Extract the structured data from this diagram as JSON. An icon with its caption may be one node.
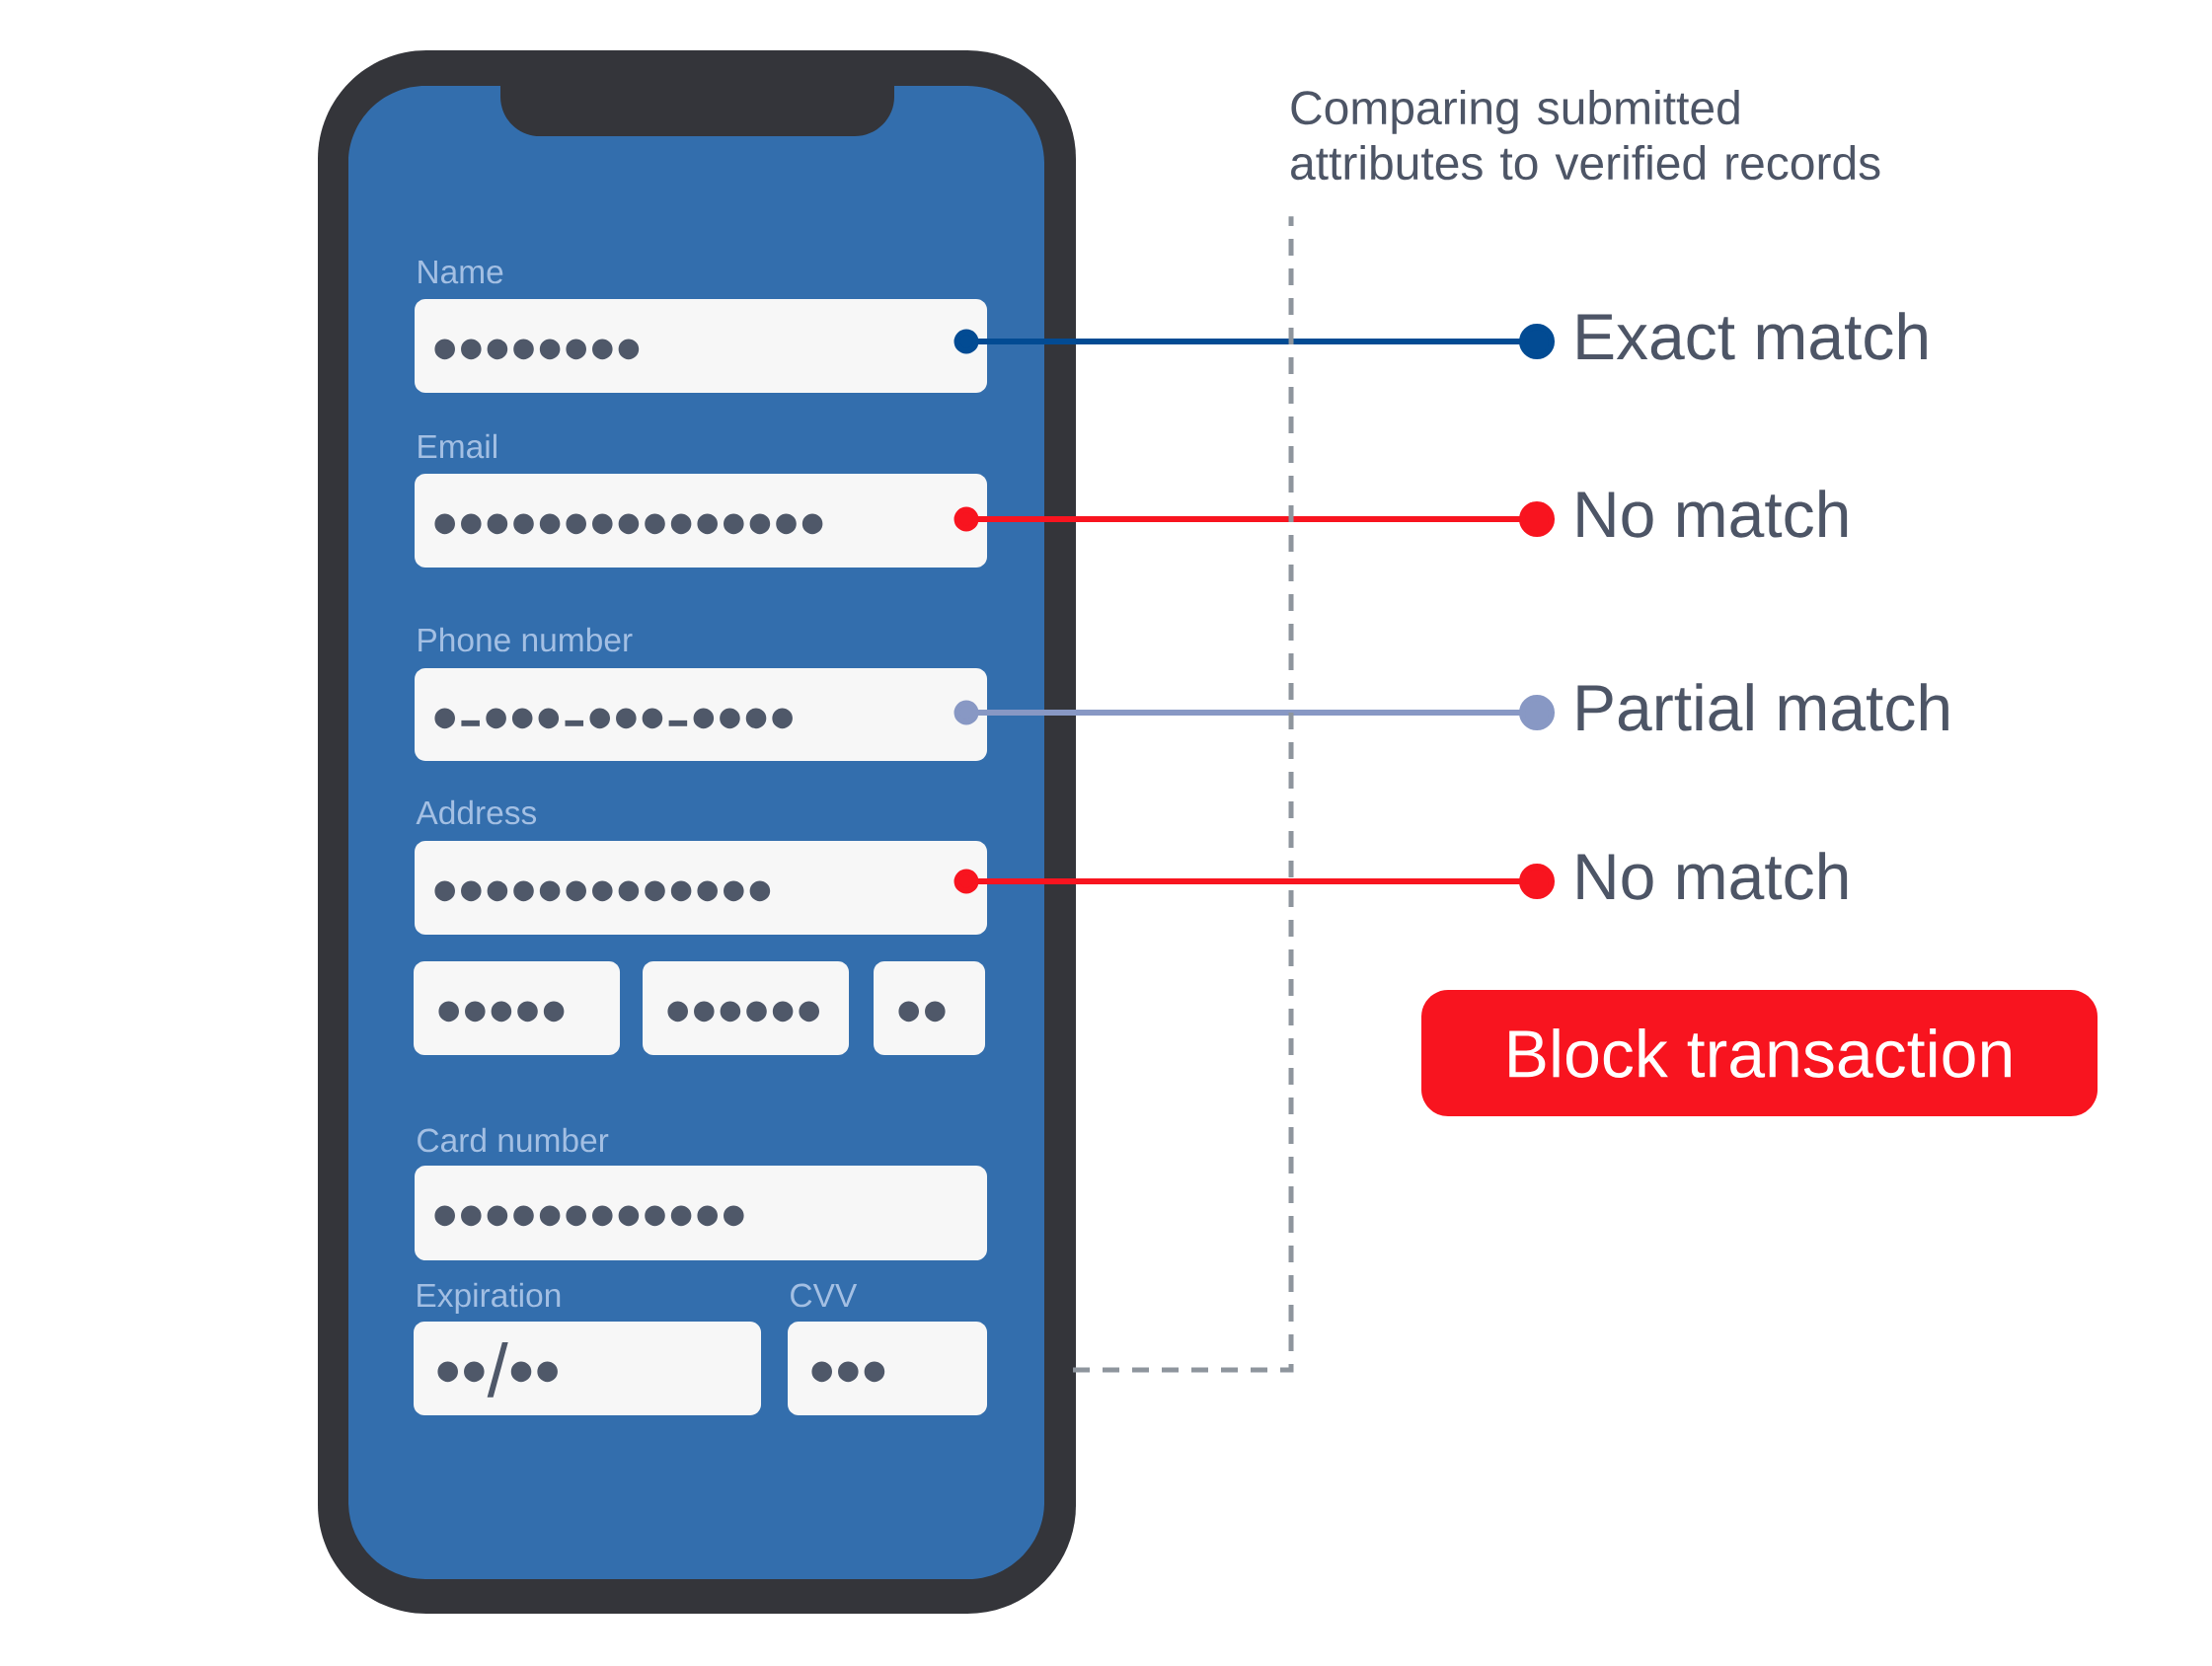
{
  "diagram": {
    "nodes": [
      {
        "text": [],
        "shape": "phone"
      },
      {
        "text": [
          "Name",
          "••••••••"
        ],
        "in": 0
      },
      {
        "text": [
          "Email",
          "•••••••••••••••"
        ],
        "in": 0
      },
      {
        "text": [
          "Phone number",
          "•-•••-•••-••••"
        ],
        "in": 0
      },
      {
        "text": [
          "Address",
          "•••••••••••••"
        ],
        "in": 0
      },
      {
        "text": [
          "•••••"
        ],
        "in": 0
      },
      {
        "text": [
          "••••••"
        ],
        "in": 0
      },
      {
        "text": [
          "••"
        ],
        "in": 0
      },
      {
        "text": [
          "Card number",
          "••••••••••••"
        ],
        "in": 0
      },
      {
        "text": [
          "Expiration",
          "••/••"
        ],
        "in": 0
      },
      {
        "text": [
          "CVV",
          "•••"
        ],
        "in": 0
      },
      {
        "text": [
          "Comparing submitted attributes to verified records"
        ]
      },
      {
        "text": [
          "Exact match"
        ]
      },
      {
        "text": [
          "No match"
        ]
      },
      {
        "text": [
          "Partial match"
        ]
      },
      {
        "text": [
          "No match"
        ]
      },
      {
        "text": [
          "Block transaction"
        ]
      }
    ],
    "edges": [
      {
        "from": 1,
        "to": 12,
        "arrow": "other",
        "color": "#024b93"
      },
      {
        "from": 2,
        "to": 13,
        "arrow": "other",
        "color": "#f8141f"
      },
      {
        "from": 3,
        "to": 14,
        "arrow": "other",
        "color": "#8898c4"
      },
      {
        "from": 4,
        "to": 15,
        "arrow": "other",
        "color": "#f8141f"
      },
      {
        "from": 0,
        "to": 11,
        "arrow": "none",
        "style": "dashed",
        "color": "#8e959d"
      }
    ]
  }
}
